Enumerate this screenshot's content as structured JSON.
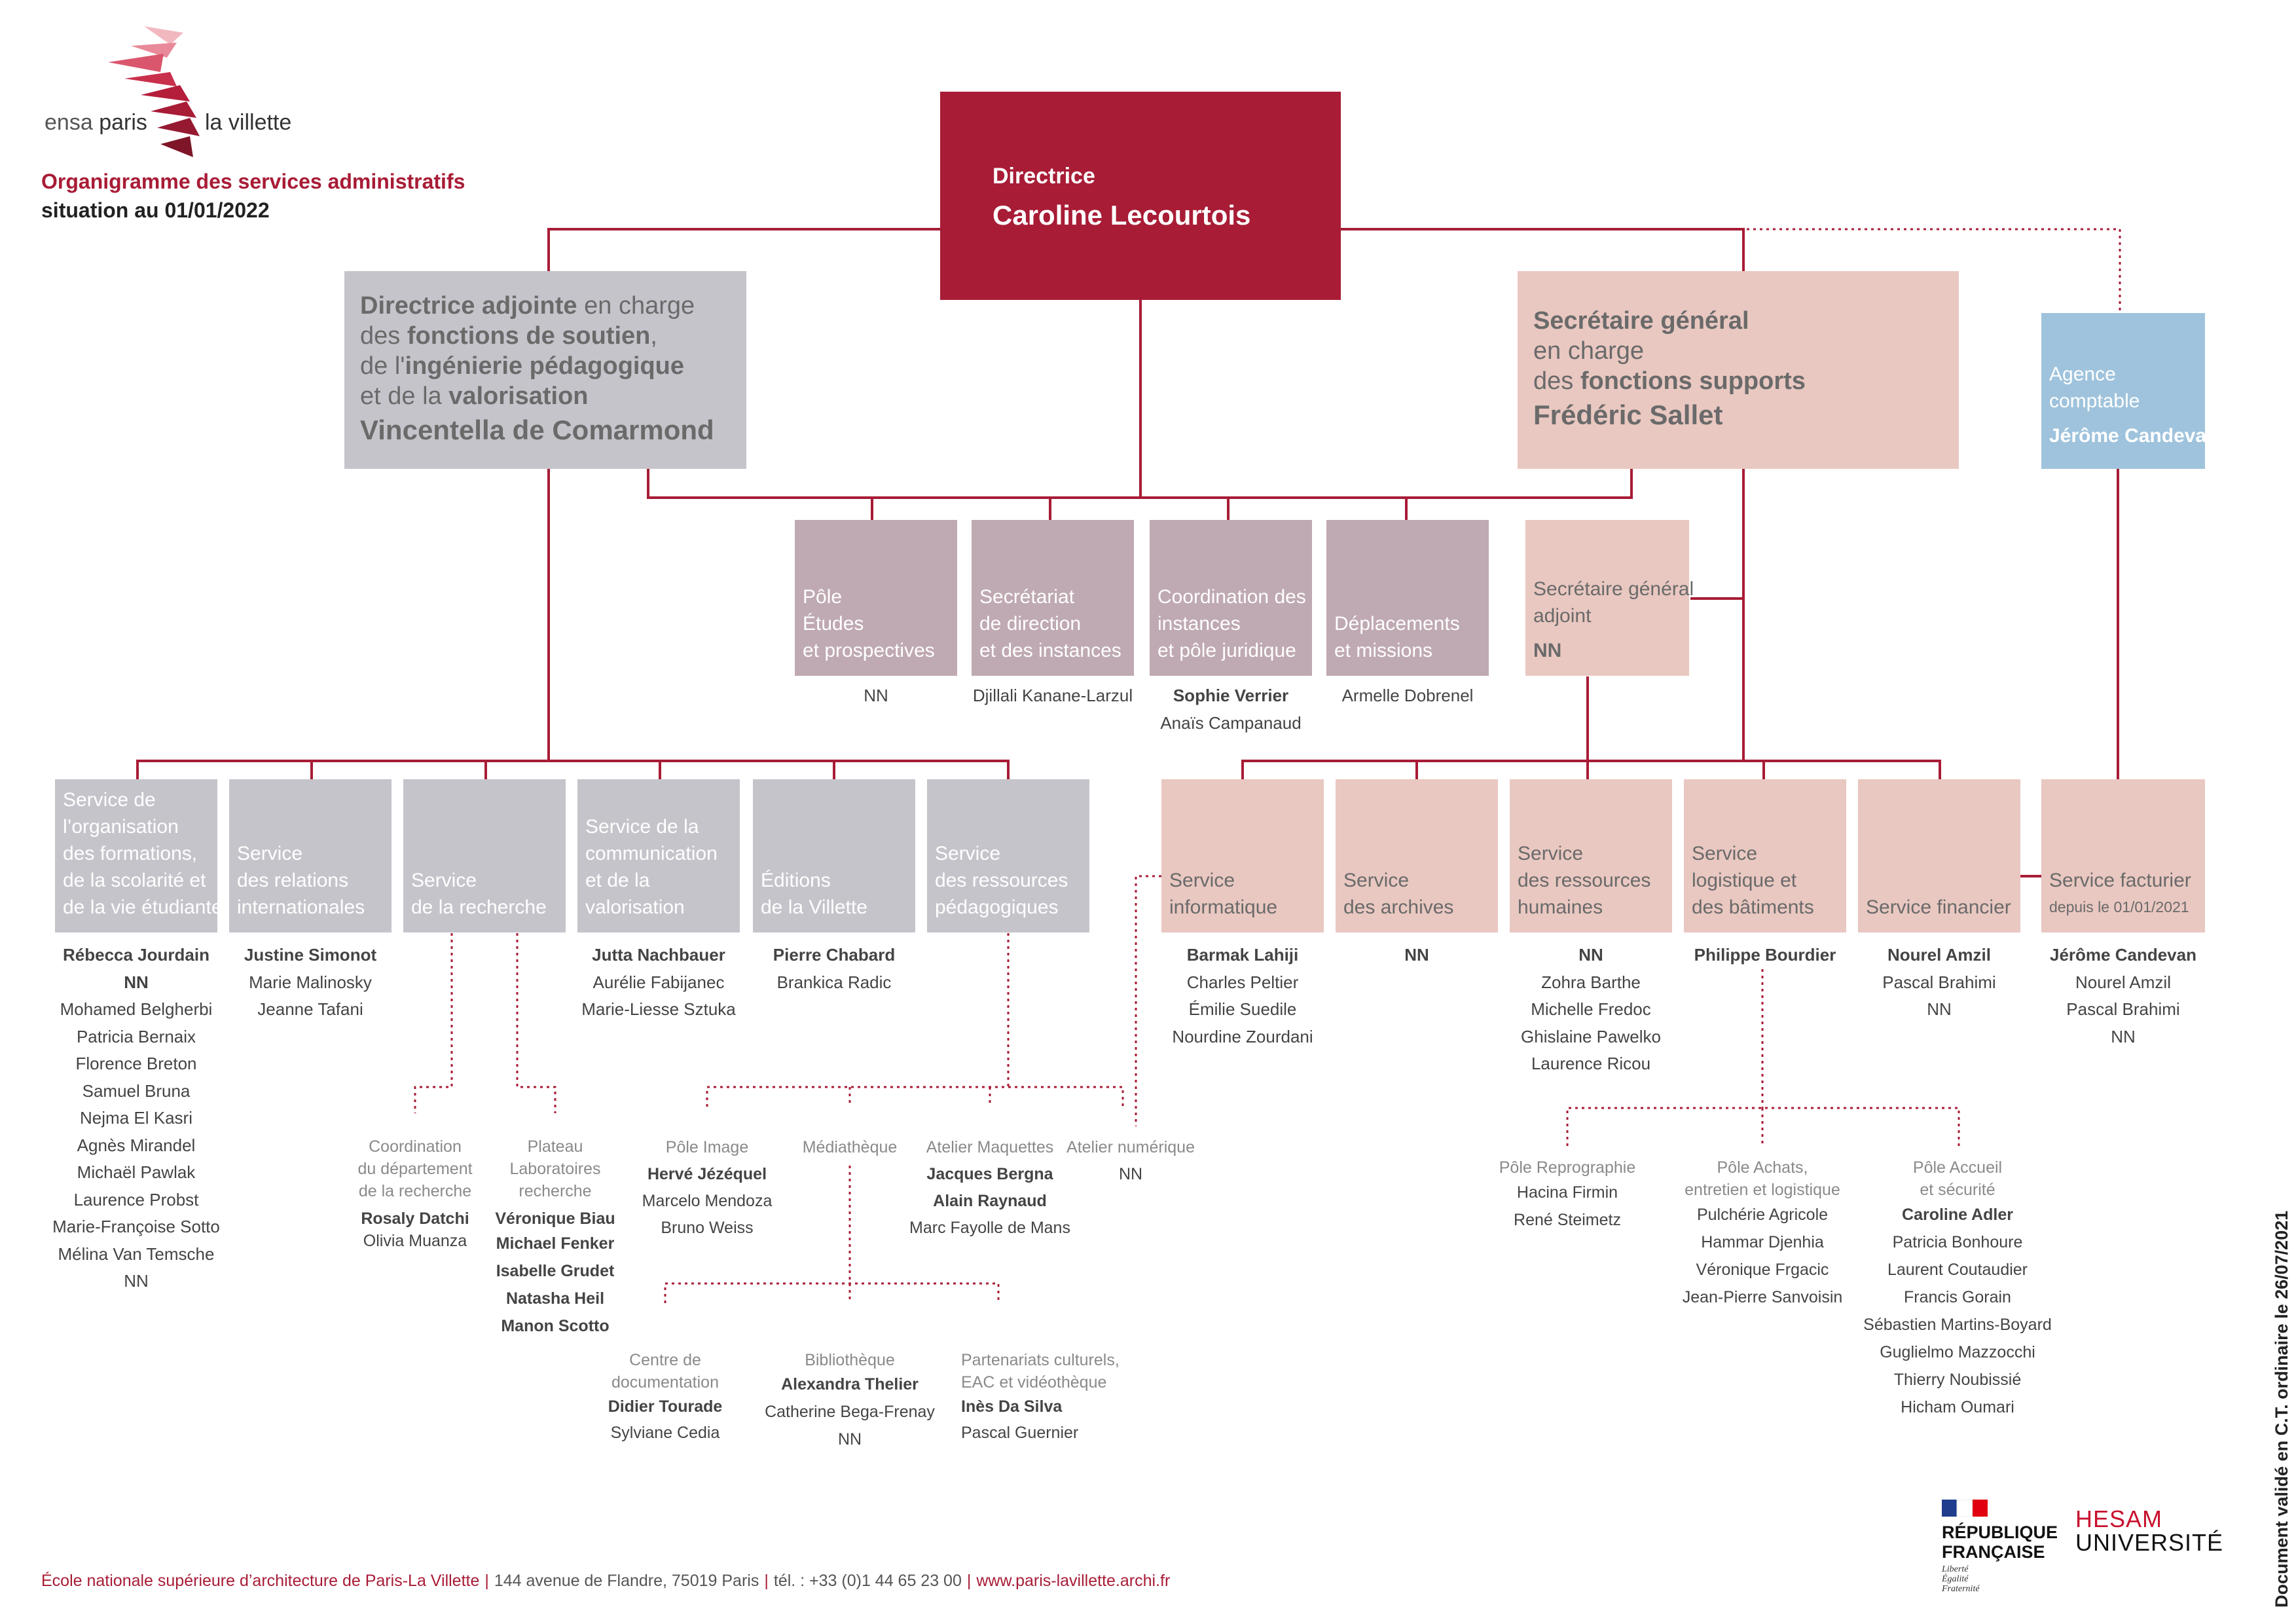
{
  "header": {
    "logo_text": {
      "part1": "ensa",
      "part2": "paris",
      "part3": "la villette"
    },
    "title": "Organigramme des services administratifs",
    "subtitle": "situation au 01/01/2022"
  },
  "colors": {
    "accent": "#a81c36",
    "grey_box": "#c6c4cb",
    "mauve_box": "#bfa9b2",
    "pink_box": "#e9c8c1",
    "blue_box": "#9fc3dc"
  },
  "director": {
    "role": "Directrice",
    "name": "Caroline Lecourtois"
  },
  "deputy": {
    "l1a": "Directrice adjointe",
    "l1b": " en charge",
    "l2a": "des ",
    "l2b": "fonctions de soutien",
    "l2c": ",",
    "l3a": "de l'",
    "l3b": "ingénierie pédagogique",
    "l4a": "et de la ",
    "l4b": "valorisation",
    "name": "Vincentella de Comarmond"
  },
  "secgen": {
    "l1": "Secrétaire général",
    "l2": "en charge",
    "l3a": "des ",
    "l3b": "fonctions supports",
    "name": "Frédéric Sallet"
  },
  "agence": {
    "l1": "Agence",
    "l2": "comptable",
    "name": "Jérôme Candevan"
  },
  "poles": [
    {
      "l1": "Pôle",
      "l2": "Études",
      "l3": "et prospectives",
      "people": [
        "NN"
      ]
    },
    {
      "l1": "Secrétariat",
      "l2": "de direction",
      "l3": "et des instances",
      "people": [
        "Djillali Kanane-Larzul"
      ]
    },
    {
      "l1": "Coordination des",
      "l2": "instances",
      "l3": "et pôle juridique",
      "lead": "Sophie Verrier",
      "people": [
        "Anaïs Campanaud"
      ]
    },
    {
      "l1": "",
      "l2": "Déplacements",
      "l3": "et missions",
      "people": [
        "Armelle Dobrenel"
      ]
    }
  ],
  "sga": {
    "l1": "Secrétaire général",
    "l2": "adjoint",
    "name": "NN"
  },
  "services_left": [
    {
      "lines": [
        "Service de",
        "l’organisation",
        "des formations,",
        "de la scolarité et",
        "de la vie étudiante"
      ],
      "lead": [
        "Rébecca Jourdain",
        "NN"
      ],
      "people": [
        "Mohamed Belgherbi",
        "Patricia Bernaix",
        "Florence Breton",
        "Samuel Bruna",
        "Nejma El Kasri",
        "Agnès Mirandel",
        "Michaël Pawlak",
        "Laurence Probst",
        "Marie-Françoise Sotto",
        "Mélina Van Temsche",
        "NN"
      ]
    },
    {
      "lines": [
        "Service",
        "des relations",
        "internationales"
      ],
      "lead": [
        "Justine Simonot"
      ],
      "people": [
        "Marie Malinosky",
        "Jeanne Tafani"
      ]
    },
    {
      "lines": [
        "Service",
        "de la recherche"
      ],
      "lead": [],
      "people": []
    },
    {
      "lines": [
        "Service de la",
        "communication",
        "et de la",
        "valorisation"
      ],
      "lead": [
        "Jutta Nachbauer"
      ],
      "people": [
        "Aurélie Fabijanec",
        "Marie-Liesse Sztuka"
      ]
    },
    {
      "lines": [
        "Éditions",
        "de la Villette"
      ],
      "lead": [
        "Pierre Chabard"
      ],
      "people": [
        "Brankica Radic"
      ]
    },
    {
      "lines": [
        "Service",
        "des ressources",
        "pédagogiques"
      ],
      "lead": [],
      "people": []
    }
  ],
  "services_right": [
    {
      "lines": [
        "Service",
        "informatique"
      ],
      "lead": [
        "Barmak Lahiji"
      ],
      "people": [
        "Charles Peltier",
        "Émilie Suedile",
        "Nourdine Zourdani"
      ]
    },
    {
      "lines": [
        "Service",
        "des archives"
      ],
      "lead": [
        "NN"
      ],
      "people": []
    },
    {
      "lines": [
        "Service",
        "des ressources",
        "humaines"
      ],
      "lead": [
        "NN"
      ],
      "people": [
        "Zohra Barthe",
        "Michelle Fredoc",
        "Ghislaine Pawelko",
        "Laurence Ricou"
      ]
    },
    {
      "lines": [
        "Service",
        "logistique et",
        "des bâtiments"
      ],
      "lead": [
        "Philippe Bourdier"
      ],
      "people": []
    },
    {
      "lines": [
        "Service financier"
      ],
      "lead": [
        "Nourel Amzil"
      ],
      "people": [
        "Pascal Brahimi",
        "NN"
      ]
    },
    {
      "lines": [
        "Service facturier"
      ],
      "small": "depuis le 01/01/2021",
      "lead": [
        "Jérôme Candevan"
      ],
      "people": [
        "Nourel Amzil",
        "Pascal Brahimi",
        "NN"
      ]
    }
  ],
  "recherche_subs": [
    {
      "title": [
        "Coordination",
        "du département",
        "de la recherche"
      ],
      "lead": [
        "Rosaly Datchi"
      ],
      "people": [
        "Olivia Muanza"
      ]
    },
    {
      "title": [
        "Plateau",
        "Laboratoires",
        "recherche"
      ],
      "lead": [
        "Véronique Biau",
        "Michael Fenker",
        "Isabelle Grudet",
        "Natasha Heil",
        "Manon Scotto"
      ],
      "people": []
    }
  ],
  "pedago_subs": [
    {
      "title": [
        "Pôle Image"
      ],
      "lead": [
        "Hervé Jézéquel"
      ],
      "people": [
        "Marcelo Mendoza",
        "Bruno Weiss"
      ]
    },
    {
      "title": [
        "Médiathèque"
      ],
      "lead": [],
      "people": []
    },
    {
      "title": [
        "Atelier Maquettes"
      ],
      "lead": [
        "Jacques Bergna",
        "Alain Raynaud"
      ],
      "people": [
        "Marc Fayolle de Mans"
      ]
    },
    {
      "title": [
        "Atelier numérique"
      ],
      "lead": [],
      "people": [
        "NN"
      ]
    }
  ],
  "mediatheque_subs": [
    {
      "title": [
        "Centre de",
        "documentation"
      ],
      "lead": [
        "Didier Tourade"
      ],
      "people": [
        "Sylviane Cedia"
      ]
    },
    {
      "title": [
        "Bibliothèque"
      ],
      "lead": [
        "Alexandra Thelier"
      ],
      "people": [
        "Catherine Bega-Frenay",
        "NN"
      ]
    },
    {
      "title": [
        "Partenariats culturels,",
        "EAC et vidéothèque"
      ],
      "lead": [
        "Inès Da Silva"
      ],
      "people": [
        "Pascal Guernier"
      ]
    }
  ],
  "logistique_subs": [
    {
      "title": [
        "Pôle Reprographie"
      ],
      "lead": [],
      "people": [
        "Hacina Firmin",
        "René Steimetz"
      ]
    },
    {
      "title": [
        "Pôle Achats,",
        "entretien et logistique"
      ],
      "lead": [],
      "people": [
        "Pulchérie Agricole",
        "Hammar Djenhia",
        "Véronique Frgacic",
        "Jean-Pierre Sanvoisin"
      ]
    },
    {
      "title": [
        "Pôle Accueil",
        "et sécurité"
      ],
      "lead": [
        "Caroline Adler"
      ],
      "people": [
        "Patricia Bonhoure",
        "Laurent Coutaudier",
        "Francis Gorain",
        "Sébastien Martins-Boyard",
        "Guglielmo Mazzocchi",
        "Thierry Noubissié",
        "Hicham Oumari"
      ]
    }
  ],
  "footer": {
    "school": "École nationale supérieure d’architecture de Paris-La Villette",
    "address": "144 avenue de Flandre, 75019 Paris",
    "phone": "tél. : +33  (0)1 44 65 23 00",
    "web": "www.paris-lavillette.archi.fr"
  },
  "logos": {
    "rf_line1": "RÉPUBLIQUE",
    "rf_line2": "FRANÇAISE",
    "rf_motto": [
      "Liberté",
      "Égalité",
      "Fraternité"
    ],
    "hesam1": "HESAM",
    "hesam2": "UNIVERSITÉ"
  },
  "vertical_note": "Document validé en C.T. ordinaire le 26/07/2021"
}
